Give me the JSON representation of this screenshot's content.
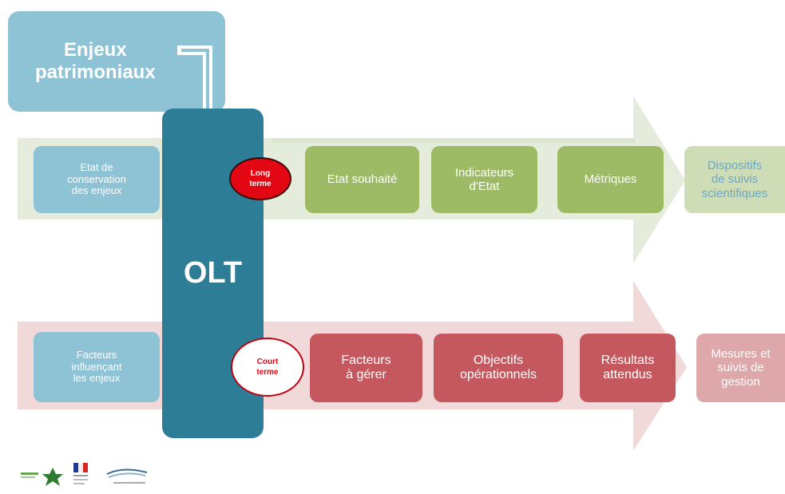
{
  "title_box": {
    "text": "Enjeux\npatrimoniaux"
  },
  "center_column": {
    "text": "OLT"
  },
  "top_row": {
    "left_box": "Etat de\nconservation\ndes enjeux",
    "oval": "Long\nterme",
    "steps": [
      "Etat souhaité",
      "Indicateurs\nd'Etat",
      "Métriques"
    ],
    "end_box": "Dispositifs\nde suivis\nscientifiques"
  },
  "bottom_row": {
    "left_box": "Facteurs\ninfluençant\nles enjeux",
    "oval": "Court\nterme",
    "steps": [
      "Facteurs\nà gérer",
      "Objectifs\nopérationnels",
      "Résultats\nattendus"
    ],
    "end_box": "Mesures et\nsuivis de\ngestion"
  },
  "colors": {
    "title_box": "#8ec3d6",
    "olt": "#2d7d96",
    "top_band": "#e6ecdc",
    "bottom_band": "#f1d9da",
    "green_step": "#9dbb64",
    "red_step": "#c5585f",
    "long_term_oval": "#e30613",
    "short_term_oval": "#ffffff"
  },
  "logos": [
    "france-logo-icon",
    "republique-francaise-logo-icon",
    "ministry-logo-icon"
  ]
}
